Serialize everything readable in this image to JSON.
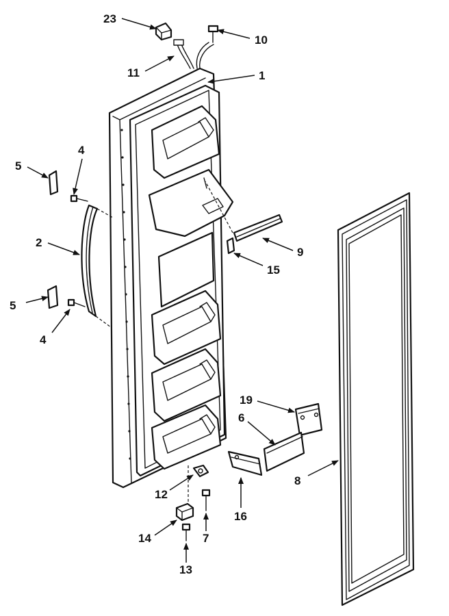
{
  "labels": {
    "p1": "1",
    "p2": "2",
    "p4a": "4",
    "p4b": "4",
    "p5a": "5",
    "p5b": "5",
    "p6": "6",
    "p7": "7",
    "p8": "8",
    "p9": "9",
    "p10": "10",
    "p11": "11",
    "p12": "12",
    "p13": "13",
    "p14": "14",
    "p15": "15",
    "p16": "16",
    "p19": "19",
    "p23": "23"
  }
}
